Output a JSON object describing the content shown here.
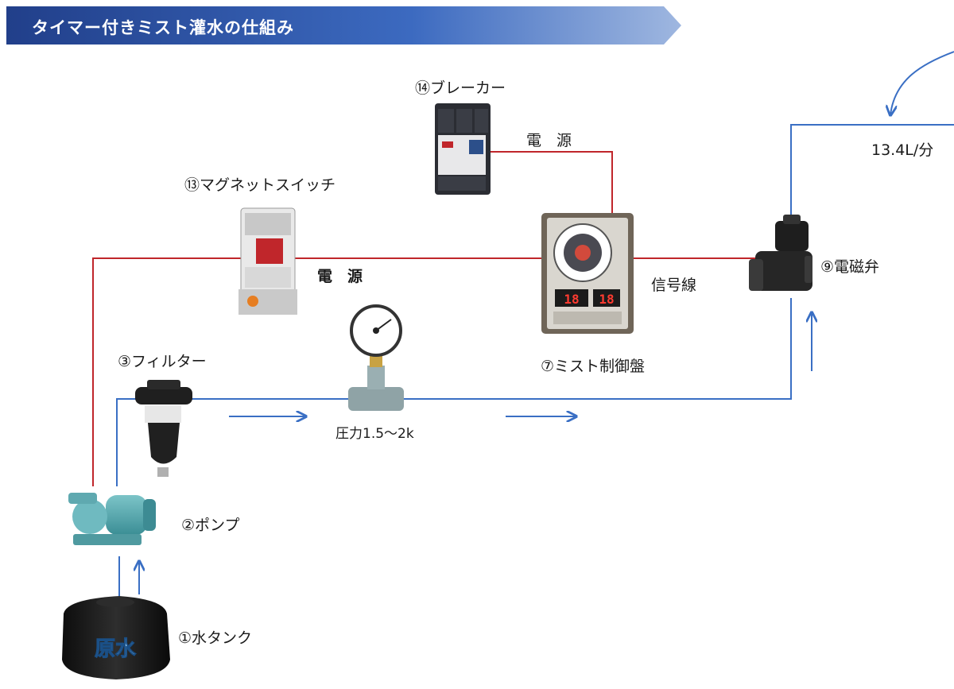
{
  "title": "タイマー付きミスト灌水の仕組み",
  "components": {
    "breaker": "⑭ブレーカー",
    "magnet_switch": "⑬マグネットスイッチ",
    "filter": "③フィルター",
    "pump": "②ポンプ",
    "tank": "①水タンク",
    "tank_text": "原水",
    "controller": "⑦ミスト制御盤",
    "valve": "⑨電磁弁"
  },
  "wires": {
    "power_top": "電　源",
    "power_mid": "電　源",
    "signal": "信号線"
  },
  "pressure": "圧力1.5～2k",
  "flow_rate": "13.4L/分",
  "timer_display": [
    "18",
    "18"
  ],
  "colors": {
    "title_bar": "#2b4f9e",
    "power_line": "#c0262b",
    "water_line": "#3a6fc4"
  }
}
